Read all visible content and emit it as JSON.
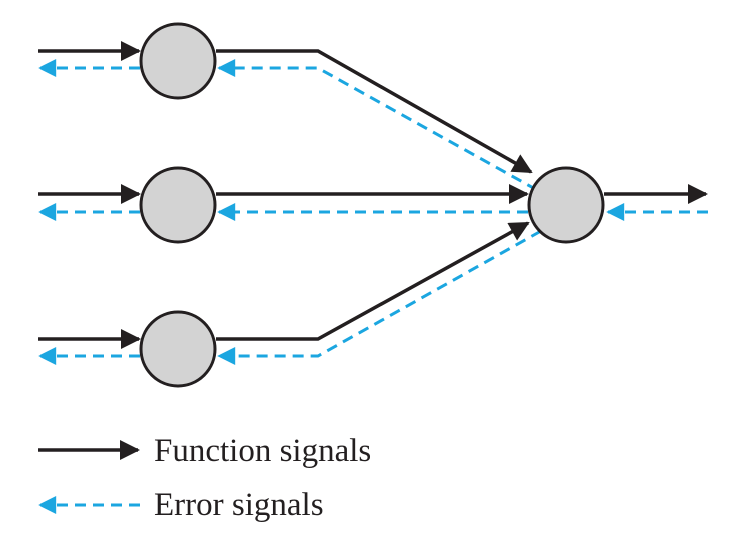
{
  "diagram": {
    "colors": {
      "function_signal": "#231f20",
      "error_signal": "#1ba6e0",
      "neuron_fill": "#d3d3d3",
      "neuron_stroke": "#231f20",
      "background": "#ffffff"
    },
    "neurons": [
      {
        "id": "input-neuron-1",
        "role": "input"
      },
      {
        "id": "input-neuron-2",
        "role": "input"
      },
      {
        "id": "input-neuron-3",
        "role": "input"
      },
      {
        "id": "output-neuron",
        "role": "output"
      }
    ],
    "connections": [
      {
        "from": "input-neuron-1",
        "to": "output-neuron"
      },
      {
        "from": "input-neuron-2",
        "to": "output-neuron"
      },
      {
        "from": "input-neuron-3",
        "to": "output-neuron"
      }
    ]
  },
  "legend": {
    "function_signals": "Function signals",
    "error_signals": "Error signals"
  }
}
